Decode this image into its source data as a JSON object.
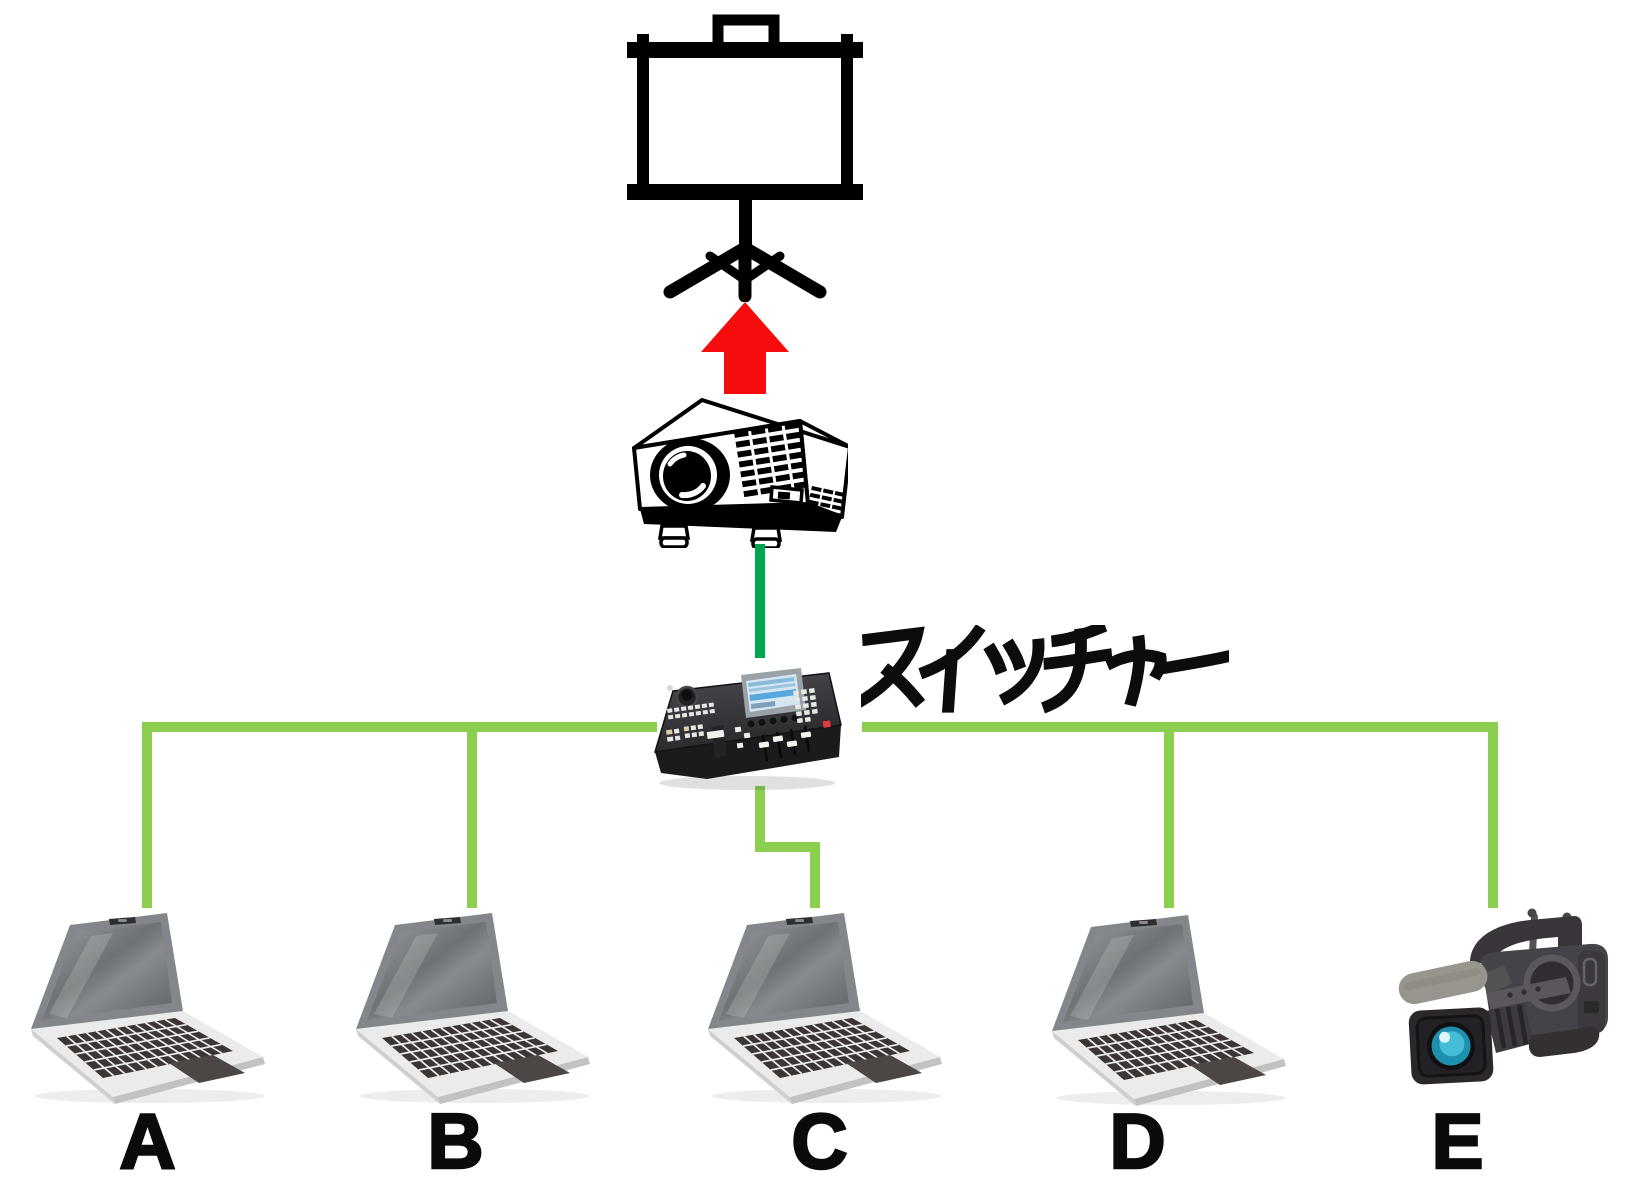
{
  "labels": {
    "switcher": "スイッチャー",
    "sources": [
      "A",
      "B",
      "C",
      "D",
      "E"
    ]
  },
  "nodes": {
    "top": "projection-screen",
    "middle_top": "projector",
    "hub": "switcher",
    "source_types": [
      "laptop",
      "laptop",
      "laptop",
      "laptop",
      "video-camera"
    ]
  },
  "colors": {
    "green_light": "#8BCE50",
    "green_dark": "#00A650",
    "arrow_red": "#F60C0C",
    "ink_black": "#0b0b0b"
  }
}
